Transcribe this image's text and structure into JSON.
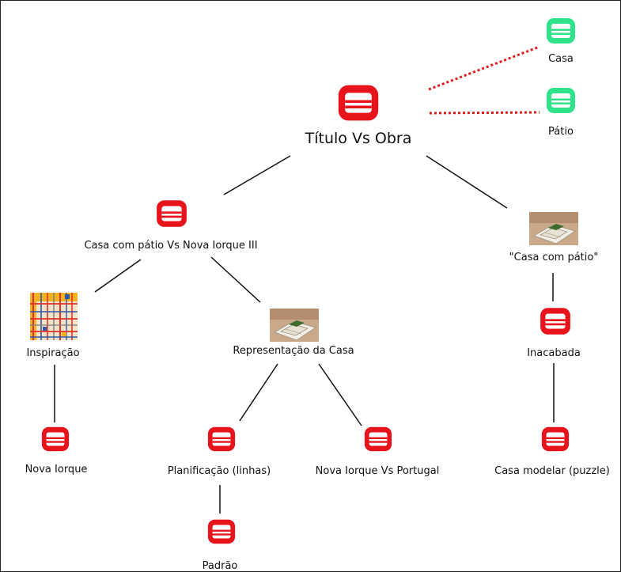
{
  "diagram": {
    "colors": {
      "red_node": "#e8141c",
      "green_node": "#2ee38a",
      "line": "#111111",
      "dotted": "#e01b1b"
    },
    "icons": {
      "topic": "list-icon",
      "image": "image-thumbnail"
    },
    "nodes": {
      "root": "Título Vs Obra",
      "casa": "Casa",
      "patio": "Pátio",
      "casa_patio_ny": "Casa com pátio Vs Nova Iorque III",
      "casa_com_patio": "\"Casa com pátio\"",
      "inspiracao": "Inspiração",
      "representacao": "Representação da Casa",
      "inacabada": "Inacabada",
      "nova_iorque": "Nova Iorque",
      "planificacao": "Planificação (linhas)",
      "ny_portugal": "Nova Iorque Vs Portugal",
      "casa_modelar": "Casa modelar (puzzle)",
      "padrao": "Padrão"
    }
  }
}
